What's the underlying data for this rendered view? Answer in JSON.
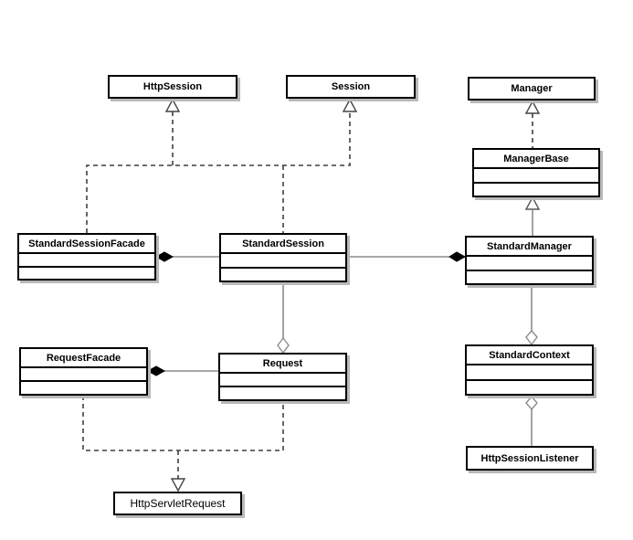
{
  "diagram": {
    "type": "uml-class-diagram",
    "classes": [
      {
        "name": "HttpSession",
        "compartments": 1
      },
      {
        "name": "Session",
        "compartments": 1
      },
      {
        "name": "Manager",
        "compartments": 1
      },
      {
        "name": "ManagerBase",
        "compartments": 3
      },
      {
        "name": "StandardSessionFacade",
        "compartments": 3
      },
      {
        "name": "StandardSession",
        "compartments": 3
      },
      {
        "name": "StandardManager",
        "compartments": 3
      },
      {
        "name": "RequestFacade",
        "compartments": 3
      },
      {
        "name": "Request",
        "compartments": 3
      },
      {
        "name": "StandardContext",
        "compartments": 3
      },
      {
        "name": "HttpSessionListener",
        "compartments": 1
      },
      {
        "name": "HttpServletRequest",
        "compartments": 1
      }
    ],
    "relationships": [
      {
        "from": "StandardSessionFacade",
        "to": "HttpSession",
        "type": "realization"
      },
      {
        "from": "StandardSession",
        "to": "HttpSession",
        "type": "realization"
      },
      {
        "from": "StandardSession",
        "to": "Session",
        "type": "realization"
      },
      {
        "from": "ManagerBase",
        "to": "Manager",
        "type": "realization"
      },
      {
        "from": "StandardManager",
        "to": "ManagerBase",
        "type": "generalization"
      },
      {
        "whole": "StandardSessionFacade",
        "part": "StandardSession",
        "type": "composition"
      },
      {
        "whole": "StandardManager",
        "part": "StandardSession",
        "type": "composition"
      },
      {
        "whole": "Request",
        "part": "StandardSession",
        "type": "aggregation"
      },
      {
        "whole": "RequestFacade",
        "part": "Request",
        "type": "composition"
      },
      {
        "whole": "StandardContext",
        "part": "StandardManager",
        "type": "aggregation"
      },
      {
        "whole": "StandardContext",
        "part": "HttpSessionListener",
        "type": "aggregation"
      },
      {
        "from": "RequestFacade",
        "to": "HttpServletRequest",
        "type": "realization"
      },
      {
        "from": "Request",
        "to": "HttpServletRequest",
        "type": "realization"
      }
    ],
    "colors": {
      "background": "#ffffff",
      "box_border": "#000000",
      "box_fill": "#ffffff",
      "box_shadow": "#b9b9b9",
      "association_line": "#8c8c8c",
      "dashed_line": "#3f3f3f",
      "composition_diamond": "#000000",
      "aggregation_diamond_fill": "#ffffff"
    }
  }
}
